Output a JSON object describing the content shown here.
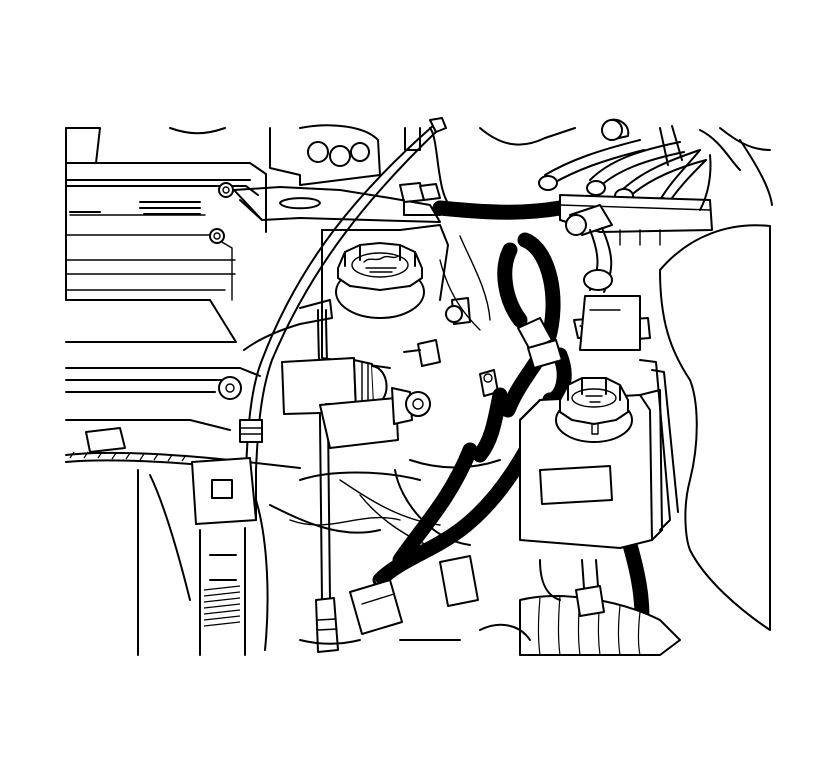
{
  "figure": {
    "background": "#ffffff",
    "line_color": "#000000",
    "components": [
      "cylinder-head-cover",
      "oil-fill-cap",
      "coolant-reservoir-cap",
      "coolant-reservoir",
      "wiring-harness",
      "vacuum-line",
      "solenoid-valve",
      "electrical-connector",
      "throttle-body-duct",
      "fuel-injector-rail",
      "radiator-hose"
    ]
  }
}
